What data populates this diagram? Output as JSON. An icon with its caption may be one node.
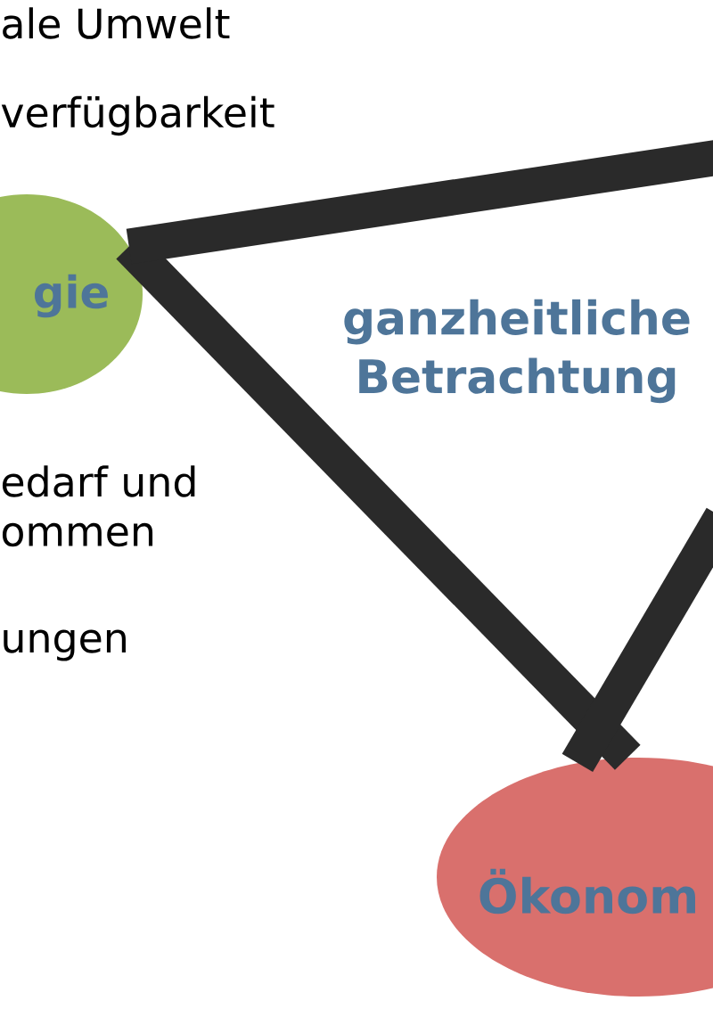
{
  "diagram": {
    "nodes": [
      {
        "text": [
          "gie"
        ]
      },
      {
        "text": [
          "Ökonom"
        ]
      }
    ],
    "edges": [
      {
        "from": 0,
        "to": 1,
        "arrow": "none"
      },
      {
        "from": 0,
        "to": null,
        "arrow": "none"
      },
      {
        "from": null,
        "to": 1,
        "arrow": "none"
      }
    ],
    "labels": [
      "ale Umwelt",
      "verfügbarkeit",
      "ganzheitliche Betrachtung",
      "edarf und",
      "ommen",
      "ungen"
    ]
  }
}
